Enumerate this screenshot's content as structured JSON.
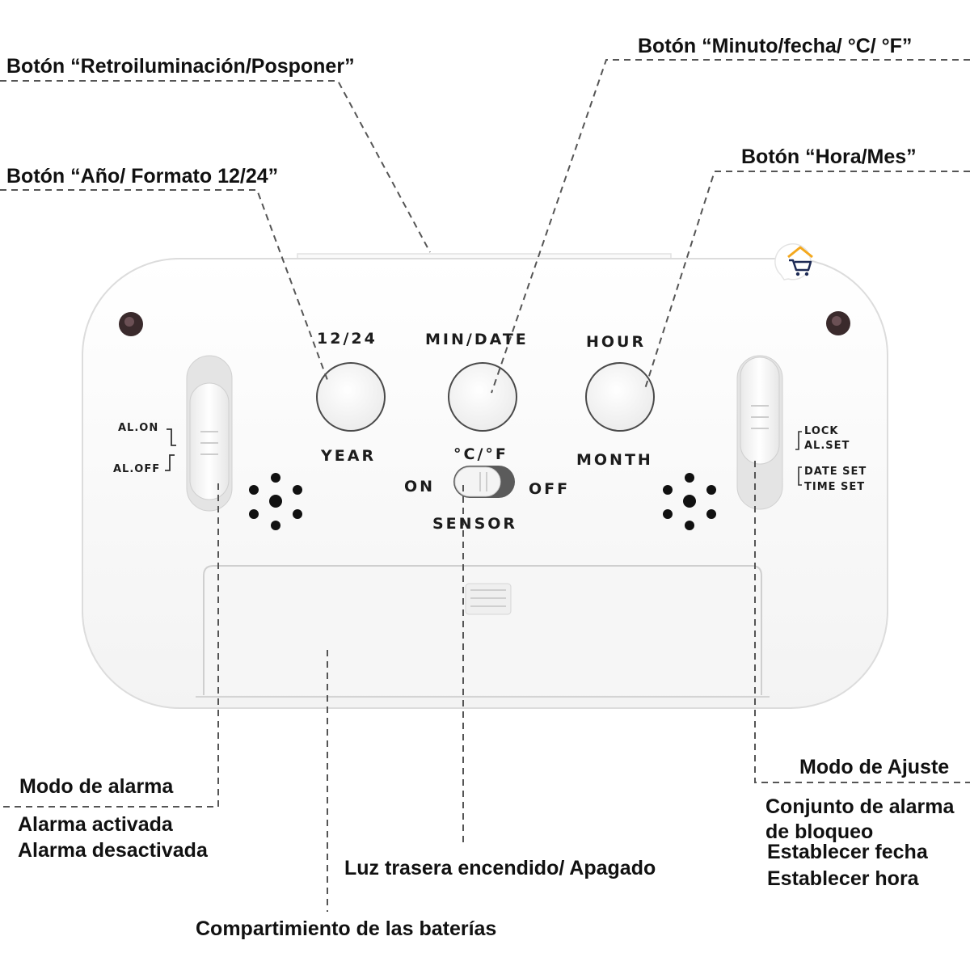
{
  "callouts": {
    "backlight_snooze": "Botón “Retroiluminación/Posponer”",
    "min_date_temp": "Botón “Minuto/fecha/ °C/ °F”",
    "year_format": "Botón “Año/ Formato 12/24”",
    "hour_month": "Botón “Hora/Mes”",
    "alarm_mode": "Modo de alarma",
    "alarm_on": "Alarma activada",
    "alarm_off": "Alarma desactivada",
    "backlight_on_off": "Luz trasera encendido/ Apagado",
    "battery": "Compartimiento de las baterías",
    "adjust_mode": "Modo de Ajuste",
    "lock_alarm_set_1": "Conjunto de alarma",
    "lock_alarm_set_2": "de bloqueo",
    "set_date": "Establecer fecha",
    "set_time": "Establecer hora"
  },
  "clock": {
    "btn_1224": "12/24",
    "btn_year": "YEAR",
    "btn_min_date": "MIN/DATE",
    "btn_temp": "°C/°F",
    "btn_hour": "HOUR",
    "btn_month": "MONTH",
    "sensor_on": "ON",
    "sensor_off": "OFF",
    "sensor": "SENSOR",
    "al_on": "AL.ON",
    "al_off": "AL.OFF",
    "lock": "LOCK",
    "al_set": "AL.SET",
    "date_set": "DATE SET",
    "time_set": "TIME SET"
  },
  "colors": {
    "body": "#ffffff",
    "body_edge": "#dedede",
    "leader_line": "#555555",
    "brand_orange": "#f4a81d",
    "brand_navy": "#1d2a55"
  },
  "icons": [
    "house-cart-logo-icon",
    "speaker-grille-icon",
    "screw-hole-icon"
  ]
}
